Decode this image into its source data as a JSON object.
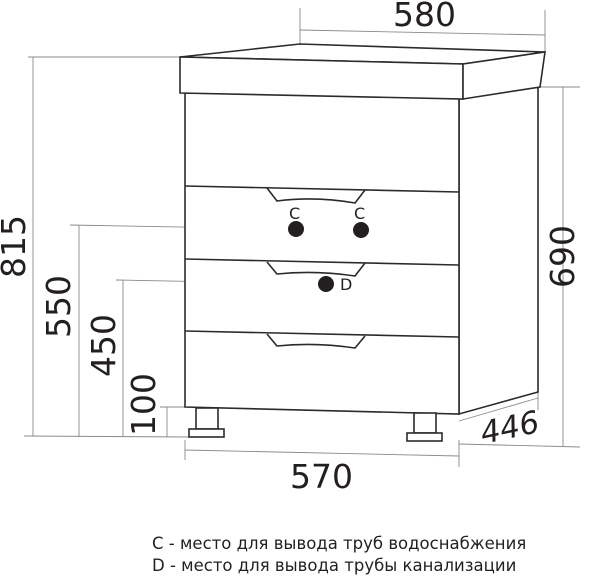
{
  "drawing": {
    "subject": "vanity cabinet with 3 drawers",
    "units": "mm",
    "dimensions": {
      "countertop_width": "580",
      "cabinet_width": "570",
      "total_height": "815",
      "body_height": "690",
      "depth": "446",
      "water_pipe_height": "550",
      "drain_pipe_height": "450",
      "leg_height": "100"
    },
    "markers": {
      "water_left": "C",
      "water_right": "C",
      "drain": "D"
    },
    "colors": {
      "line": "#2b2b2b",
      "dimension_line": "#8a8a8a",
      "text": "#231f20",
      "background": "#ffffff"
    }
  },
  "legend": {
    "items": [
      {
        "key": "C",
        "text": "C - место для вывода труб водоснабжения"
      },
      {
        "key": "D",
        "text": "D - место для вывода трубы канализации"
      }
    ]
  }
}
